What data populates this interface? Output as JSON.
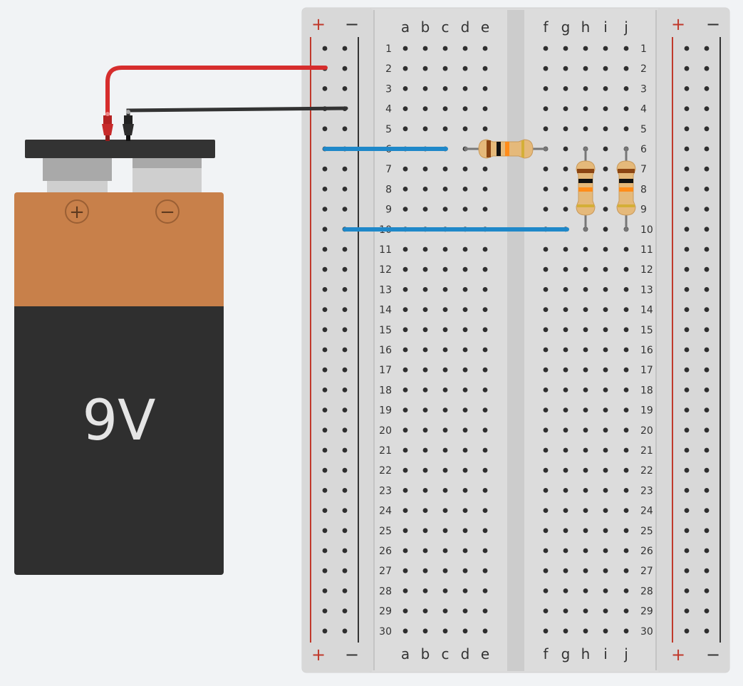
{
  "battery": {
    "label": "9V",
    "plus_symbol": "+",
    "minus_symbol": "−",
    "colors": {
      "top": "#c8804a",
      "body": "#2f2f2f",
      "cap": "#333333",
      "label": "#e5e5e5"
    }
  },
  "breadboard": {
    "columns_left": [
      "a",
      "b",
      "c",
      "d",
      "e"
    ],
    "columns_right": [
      "f",
      "g",
      "h",
      "i",
      "j"
    ],
    "rows": 30,
    "rail_plus": "+",
    "rail_minus": "−",
    "colors": {
      "board": "#dcdcdc",
      "rail_plus": "#c0392b",
      "rail_minus": "#333333"
    }
  },
  "wires": [
    {
      "name": "wire-red-battery-plus",
      "color": "#d62d2d",
      "from": "battery +",
      "to": "left + rail row 2"
    },
    {
      "name": "wire-black-battery-minus",
      "color": "#333333",
      "from": "battery −",
      "to": "left − rail row 4"
    },
    {
      "name": "wire-blue-row6",
      "color": "#1f88c9",
      "from": "left + rail row 6",
      "to": "row 6 column c"
    },
    {
      "name": "wire-blue-row10",
      "color": "#1f88c9",
      "from": "left − rail row 10",
      "to": "row 10 column g"
    }
  ],
  "resistors": [
    {
      "name": "resistor-horizontal",
      "orientation": "horizontal",
      "from": "row 6 column d",
      "to": "row 6 column f",
      "bands": [
        "#8b4513",
        "#111111",
        "#ff8c1a",
        "#d4af37"
      ]
    },
    {
      "name": "resistor-vertical-h",
      "orientation": "vertical",
      "column": "h",
      "from_row": 6,
      "to_row": 10,
      "bands": [
        "#8b4513",
        "#111111",
        "#ff8c1a",
        "#d4af37"
      ]
    },
    {
      "name": "resistor-vertical-j",
      "orientation": "vertical",
      "column": "j",
      "from_row": 6,
      "to_row": 10,
      "bands": [
        "#8b4513",
        "#111111",
        "#ff8c1a",
        "#d4af37"
      ]
    }
  ]
}
